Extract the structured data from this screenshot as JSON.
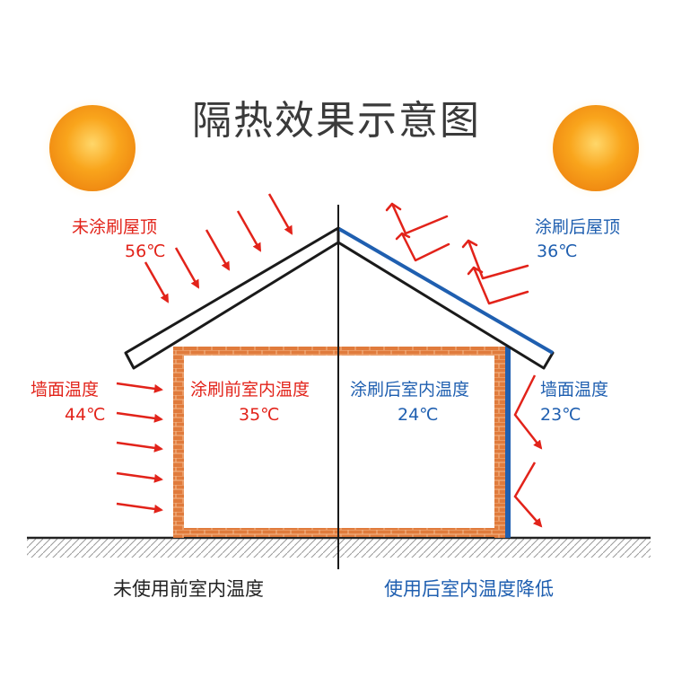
{
  "title": "隔热效果示意图",
  "colors": {
    "accent_red": "#e2231a",
    "accent_blue": "#1f5fb0",
    "brick": "#e07b3c",
    "sun": "#f7a21b"
  },
  "icons": [
    "sun-icon-left",
    "sun-icon-right"
  ],
  "left": {
    "roof_label": "未涂刷屋顶",
    "roof_temp": "56℃",
    "wall_label": "墙面温度",
    "wall_temp": "44℃",
    "indoor_label": "涂刷前室内温度",
    "indoor_temp": "35℃",
    "caption": "未使用前室内温度"
  },
  "right": {
    "roof_label": "涂刷后屋顶",
    "roof_temp": "36℃",
    "wall_label": "墙面温度",
    "wall_temp": "23℃",
    "indoor_label": "涂刷后室内温度",
    "indoor_temp": "24℃",
    "caption": "使用后室内温度降低"
  }
}
